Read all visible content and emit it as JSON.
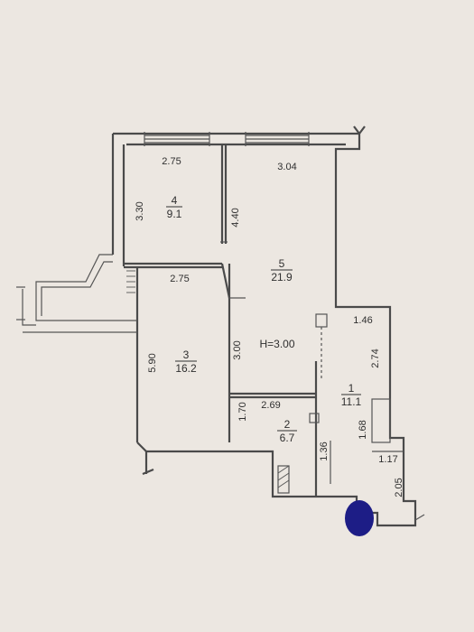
{
  "rooms": [
    {
      "number": "4",
      "area": "9.1"
    },
    {
      "number": "5",
      "area": "21.9"
    },
    {
      "number": "3",
      "area": "16.2"
    },
    {
      "number": "2",
      "area": "6.7"
    },
    {
      "number": "1",
      "area": "11.1"
    }
  ],
  "dimensions": {
    "room4_width": "2.75",
    "room4_height": "3.30",
    "room5_width": "3.04",
    "room5_height": "4.40",
    "room3_width": "2.75",
    "room3_height": "5.90",
    "room5_lower_height": "3.00",
    "room2_width": "2.69",
    "room2_height": "1.70",
    "room2_side": "1.36",
    "hall_top_width": "1.46",
    "hall_height": "2.74",
    "hall_niche_height": "1.68",
    "hall_step_width": "1.17",
    "entrance_height": "2.05"
  },
  "ceiling_height": "H=3.00",
  "colors": {
    "paper": "#ece7e1",
    "wall": "#4a4a4a",
    "text": "#2f2f2f",
    "ink_mark": "#1d1d86"
  }
}
